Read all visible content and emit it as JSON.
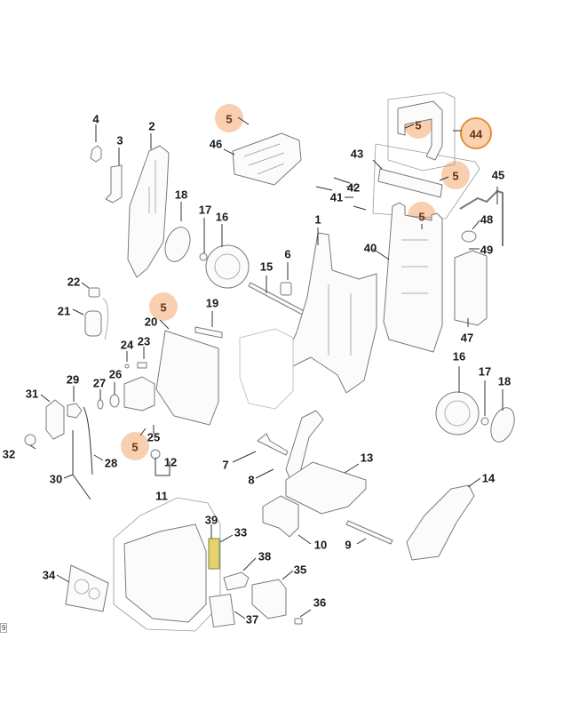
{
  "diagram": {
    "title": "Exploded parts diagram",
    "highlight_color": "#f7c7a3",
    "highlight_ring_color": "#e88f3a",
    "corner_tag": "9",
    "labels": [
      {
        "id": "1",
        "text": "1"
      },
      {
        "id": "2",
        "text": "2"
      },
      {
        "id": "3",
        "text": "3"
      },
      {
        "id": "4",
        "text": "4"
      },
      {
        "id": "5a",
        "text": "5",
        "highlighted": true
      },
      {
        "id": "5b",
        "text": "5",
        "highlighted": true
      },
      {
        "id": "5c",
        "text": "5",
        "highlighted": true
      },
      {
        "id": "5d",
        "text": "5",
        "highlighted": true
      },
      {
        "id": "5e",
        "text": "5",
        "highlighted": true
      },
      {
        "id": "5f",
        "text": "5",
        "highlighted": true
      },
      {
        "id": "6",
        "text": "6"
      },
      {
        "id": "7",
        "text": "7"
      },
      {
        "id": "8",
        "text": "8"
      },
      {
        "id": "9",
        "text": "9"
      },
      {
        "id": "10",
        "text": "10"
      },
      {
        "id": "11",
        "text": "11"
      },
      {
        "id": "12",
        "text": "12"
      },
      {
        "id": "13",
        "text": "13"
      },
      {
        "id": "14",
        "text": "14"
      },
      {
        "id": "15",
        "text": "15"
      },
      {
        "id": "16a",
        "text": "16"
      },
      {
        "id": "16b",
        "text": "16"
      },
      {
        "id": "17a",
        "text": "17"
      },
      {
        "id": "17b",
        "text": "17"
      },
      {
        "id": "18a",
        "text": "18"
      },
      {
        "id": "18b",
        "text": "18"
      },
      {
        "id": "19",
        "text": "19"
      },
      {
        "id": "20",
        "text": "20"
      },
      {
        "id": "21",
        "text": "21"
      },
      {
        "id": "22",
        "text": "22"
      },
      {
        "id": "23",
        "text": "23"
      },
      {
        "id": "24",
        "text": "24"
      },
      {
        "id": "25",
        "text": "25"
      },
      {
        "id": "26",
        "text": "26"
      },
      {
        "id": "27",
        "text": "27"
      },
      {
        "id": "28",
        "text": "28"
      },
      {
        "id": "29",
        "text": "29"
      },
      {
        "id": "30",
        "text": "30"
      },
      {
        "id": "31",
        "text": "31"
      },
      {
        "id": "32",
        "text": "32"
      },
      {
        "id": "33",
        "text": "33"
      },
      {
        "id": "34",
        "text": "34"
      },
      {
        "id": "35",
        "text": "35"
      },
      {
        "id": "36",
        "text": "36"
      },
      {
        "id": "37",
        "text": "37"
      },
      {
        "id": "38",
        "text": "38"
      },
      {
        "id": "39",
        "text": "39"
      },
      {
        "id": "40",
        "text": "40"
      },
      {
        "id": "41",
        "text": "41"
      },
      {
        "id": "42",
        "text": "42"
      },
      {
        "id": "43",
        "text": "43"
      },
      {
        "id": "44",
        "text": "44",
        "highlighted": true,
        "ring": true
      },
      {
        "id": "45",
        "text": "45"
      },
      {
        "id": "46",
        "text": "46"
      },
      {
        "id": "47",
        "text": "47"
      },
      {
        "id": "48",
        "text": "48"
      },
      {
        "id": "49",
        "text": "49"
      }
    ]
  }
}
